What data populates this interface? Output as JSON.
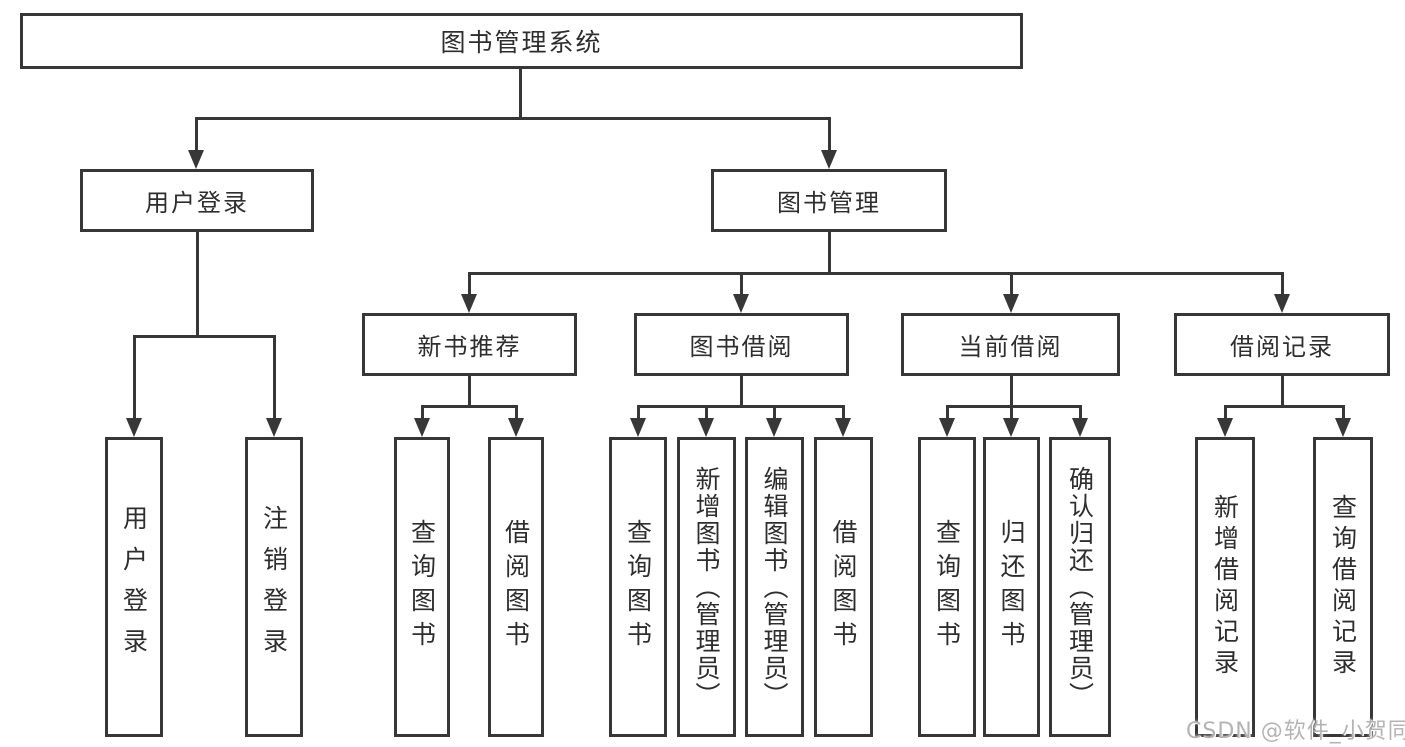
{
  "tree": {
    "label": "图书管理系统",
    "children": [
      {
        "label": "用户登录",
        "children": [
          {
            "label": "用户登录"
          },
          {
            "label": "注销登录"
          }
        ]
      },
      {
        "label": "图书管理",
        "children": [
          {
            "label": "新书推荐",
            "children": [
              {
                "label": "查询图书"
              },
              {
                "label": "借阅图书"
              }
            ]
          },
          {
            "label": "图书借阅",
            "children": [
              {
                "label": "查询图书"
              },
              {
                "label": "新增图书（管理员）"
              },
              {
                "label": "编辑图书（管理员）"
              },
              {
                "label": "借阅图书"
              }
            ]
          },
          {
            "label": "当前借阅",
            "children": [
              {
                "label": "查询图书"
              },
              {
                "label": "归还图书"
              },
              {
                "label": "确认归还（管理员）"
              }
            ]
          },
          {
            "label": "借阅记录",
            "children": [
              {
                "label": "新增借阅记录"
              },
              {
                "label": "查询借阅记录"
              }
            ]
          }
        ]
      }
    ]
  },
  "watermark": "CSDN @软件_小贺同学",
  "colors": {
    "line": "#373737",
    "text": "#2e2e2e",
    "background": "#ffffff",
    "watermark": "#b4b4b4"
  }
}
